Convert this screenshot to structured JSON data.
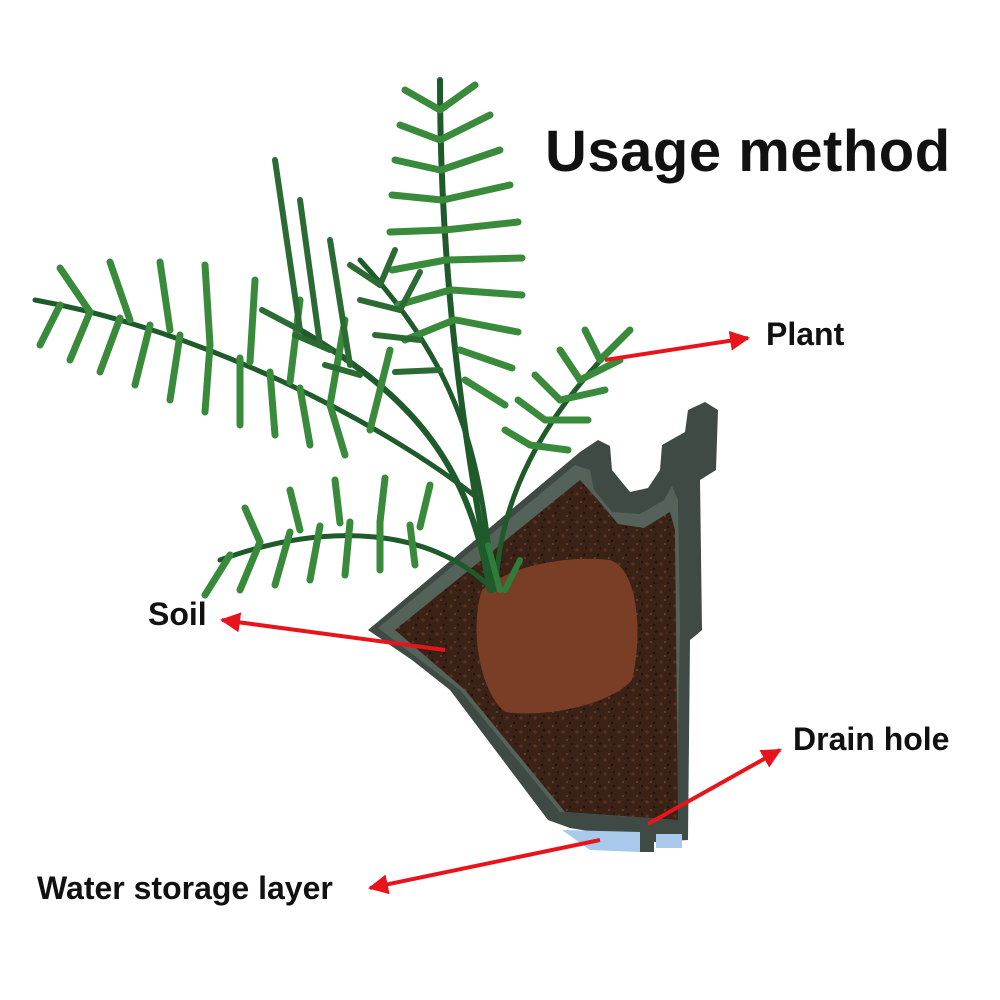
{
  "title": "Usage method",
  "labels": {
    "plant": "Plant",
    "soil": "Soil",
    "drain_hole": "Drain hole",
    "water_storage_layer": "Water storage layer"
  },
  "colors": {
    "arrow": "#e8141b",
    "leaf": "#3a8a3c",
    "leaf_dark": "#1f5a2a",
    "pot": "#3f4a44",
    "soil": "#3b2216",
    "root_ball": "#7a3e26",
    "water": "#a8c8ec"
  }
}
